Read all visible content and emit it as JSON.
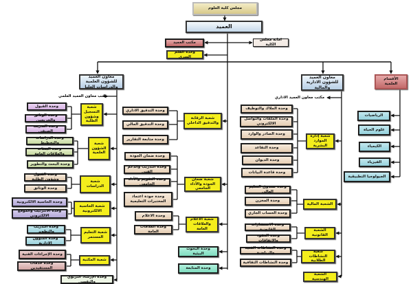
{
  "top": {
    "council": "مجلس كلية العلوم",
    "dean": "العميد",
    "dean_office": "مكتب العميد",
    "secret_unit": "وحدة القلم السري",
    "council_secretariat": "امانة مجلس الكلية"
  },
  "left": {
    "vp": "معاون العميد للشؤون العلمية والدراسات العليا",
    "office": "مكتب معاون العميد العلمي",
    "sections": [
      {
        "name": "شعبة التسجيل وشؤون الطلبة",
        "units": [
          "وحدة القبول",
          "وحدة الوثائق والخريجين",
          "وحدة التدريب الصيفي"
        ]
      },
      {
        "name": "شعبة الشؤون العلمية",
        "units": [
          "وحدة الدراسات والتخطيط",
          "وحدة البعثات والعلاقات العامة",
          "وحدة البحث والتطوير"
        ]
      },
      {
        "name": "شعبة الدراسات",
        "units": [
          "وحدة القبول وشؤون الطلبة",
          "وحدة الوثائق"
        ]
      },
      {
        "name": "شعبة الحاسبة الالكترونية",
        "units": [
          "وحدة الحاسبة الالكترونية",
          "وحدة الانترنيت والموقع الالكتروني"
        ]
      },
      {
        "name": "شعبة التعليم المستمر",
        "units": [
          "وحدة التدريب والتطوير",
          "وحدة الشؤون الادارية"
        ]
      },
      {
        "name": "شعبة المكتبة",
        "units": [
          "وحدة الإجراءات الفنية",
          "وحدة خدمات المستفيدين"
        ]
      }
    ],
    "counseling_unit": "وحدة الإرشاد التربوي والنفسي"
  },
  "middle": {
    "sections": [
      {
        "name": "شعبة الرقابة والتدقيق الداخلي",
        "units": [
          "وحدة التدقيق الاداري",
          "وحدة التدقيق المالي",
          "وحدة متابعة التقارير"
        ]
      },
      {
        "name": "شعبة ضمان الجودة والأداء الجامعي",
        "units": [
          "وحدة ضمان الجودة",
          "وحدة التدريب والدعم الفني",
          "وحدة التقويم والأداء الجامعي",
          "وحدة جودة اعتماد المختبرات التعليمية"
        ]
      },
      {
        "name": "شعبة الاعلام والعلاقات العامة",
        "units": [
          "وحدة الاعلام",
          "وحدة العلاقات العامة"
        ]
      }
    ],
    "env_unit": "وحدة البحوث البيئية",
    "followup_unit": "وحدة المتابعة"
  },
  "right": {
    "vp": "معاون العميد للشؤون الادارية والمالية",
    "office": "مكتب معاون العميد الاداري",
    "sections": [
      {
        "name": "شعبة إدارة الموارد البشرية",
        "units": [
          "وحدة الملاك والتوظيف",
          "وحدة الملفات والتواصل الالكتروني",
          "وحدة الصادر والوارد",
          "وحدة التقاعد",
          "وحدة الديوان",
          "وحدة قاعدة البيانات"
        ]
      },
      {
        "name": "الشعبة المالية",
        "units": [
          "وحدة صندوق التعليم العالي",
          "وحدة المخزن",
          "وحدة الحساب الجاري"
        ]
      },
      {
        "name": "الشعبة القانونية",
        "units": [
          "وحدة الاستشارات القانونية",
          "وحدة العقود والاتفاقات"
        ]
      },
      {
        "name": "شعبة النشاطات الطلابية",
        "units": [
          "وحدة النشاطات الفنية والرياضية",
          "وحدة النشاطات الثقافية"
        ]
      },
      {
        "name": "الشعبة الهندسية",
        "units": []
      }
    ]
  },
  "departments": {
    "title": "الأقسام العلمية",
    "items": [
      "الرياضيات",
      "علوم الحياة",
      "الكيمياء",
      "الفيزياء",
      "الجيولوجيا التطبيقية"
    ]
  }
}
